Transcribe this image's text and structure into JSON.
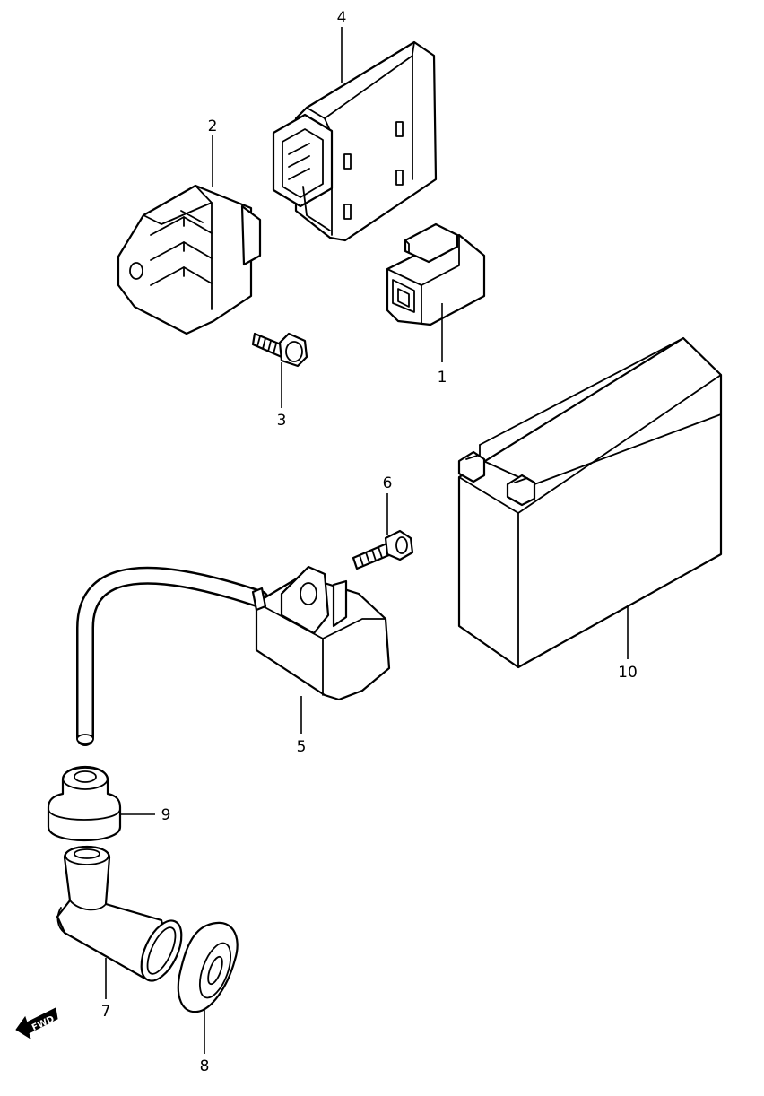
{
  "callouts": {
    "p1": "1",
    "p2": "2",
    "p3": "3",
    "p4": "4",
    "p5": "5",
    "p6": "6",
    "p7": "7",
    "p8": "8",
    "p9": "9",
    "p10": "10"
  },
  "direction_marker": {
    "label": "FWD",
    "icon": "forward-arrow-icon"
  }
}
